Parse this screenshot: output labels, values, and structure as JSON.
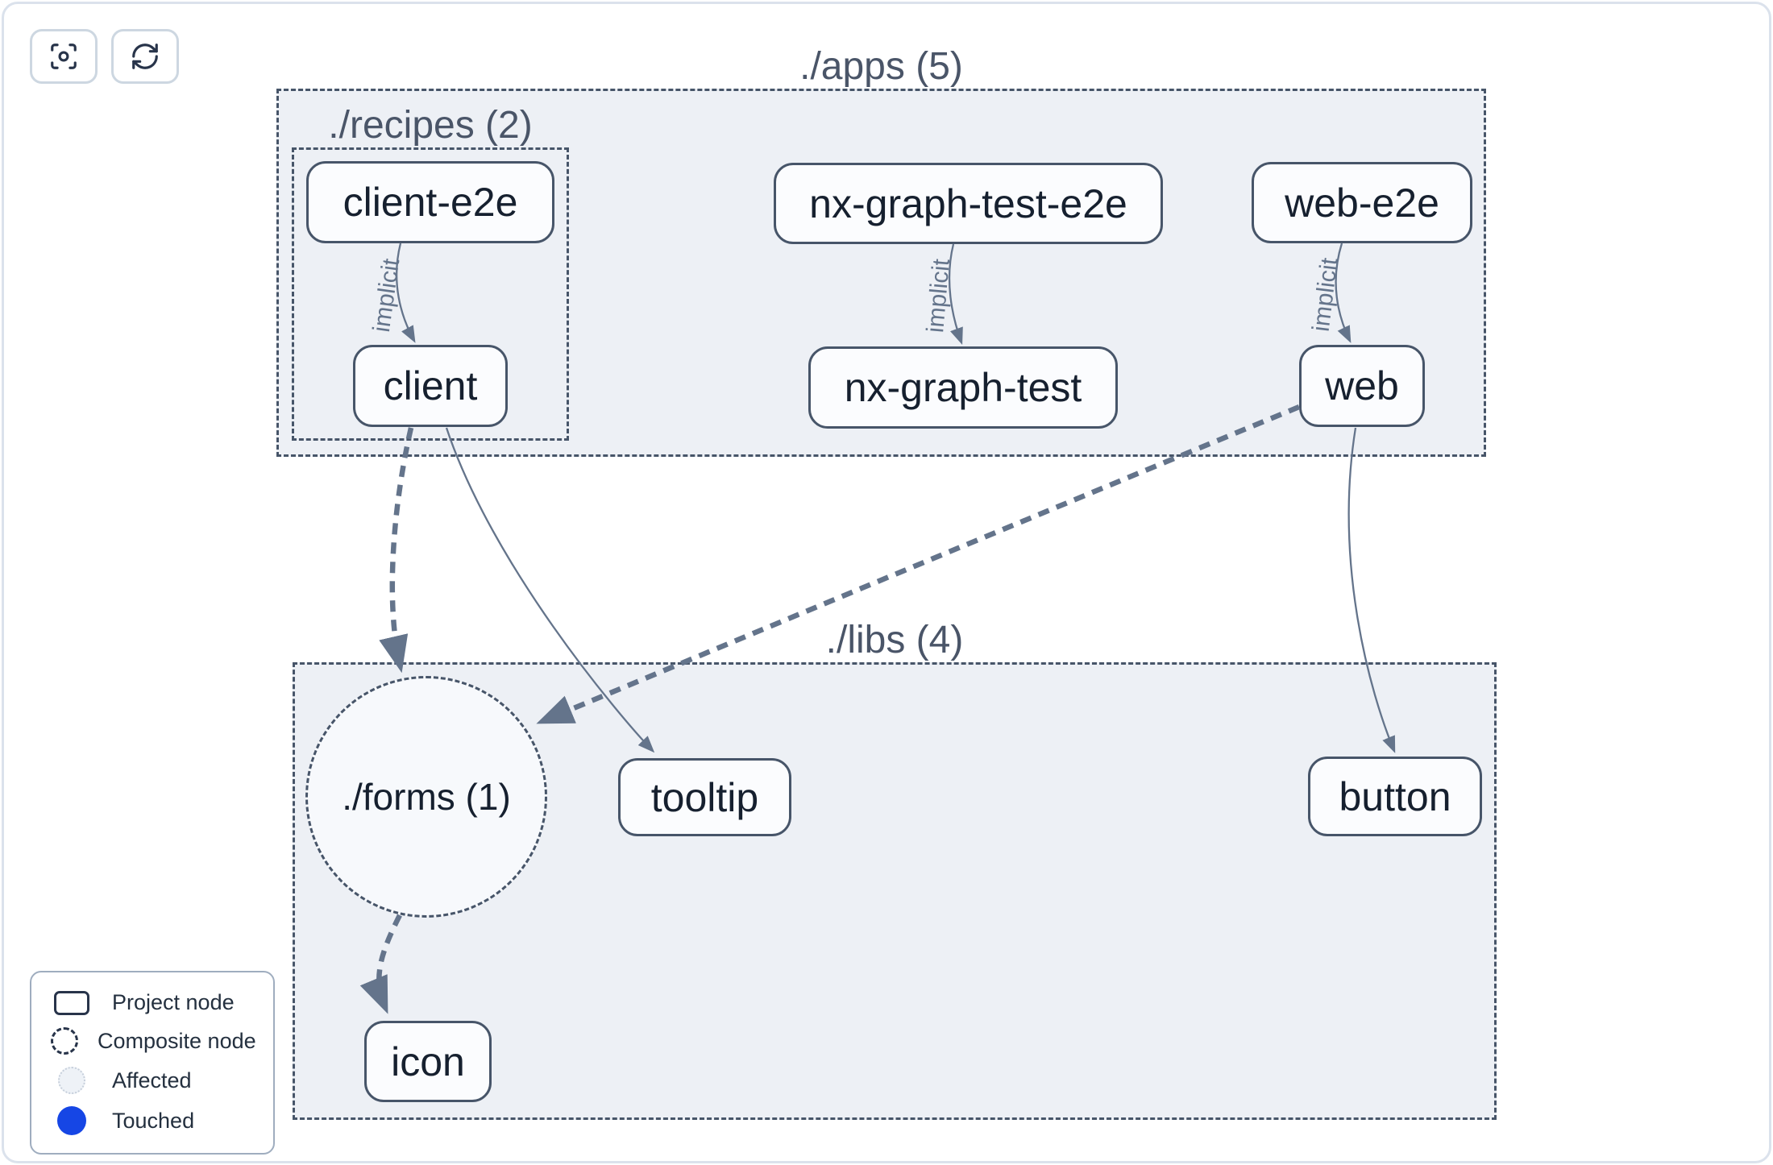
{
  "toolbar": {
    "buttons": [
      {
        "icon": "focus-icon",
        "name": "focus"
      },
      {
        "icon": "refresh-icon",
        "name": "refresh"
      }
    ]
  },
  "graph": {
    "containers": [
      {
        "label": "./apps (5)"
      },
      {
        "label": "./recipes (2)"
      },
      {
        "label": "./libs (4)"
      }
    ],
    "nodes": [
      {
        "label": "client-e2e"
      },
      {
        "label": "nx-graph-test-e2e"
      },
      {
        "label": "web-e2e"
      },
      {
        "label": "client"
      },
      {
        "label": "nx-graph-test"
      },
      {
        "label": "web"
      },
      {
        "label": "tooltip"
      },
      {
        "label": "button"
      },
      {
        "label": "icon"
      }
    ],
    "composite": {
      "label": "./forms (1)"
    },
    "edges": [
      {
        "from": "client-e2e",
        "to": "client",
        "label": "implicit",
        "style": "solid-thin"
      },
      {
        "from": "nx-graph-test-e2e",
        "to": "nx-graph-test",
        "label": "implicit",
        "style": "solid-thin"
      },
      {
        "from": "web-e2e",
        "to": "web",
        "label": "implicit",
        "style": "solid-thin"
      },
      {
        "from": "client",
        "to": "tooltip",
        "label": "",
        "style": "solid-thin"
      },
      {
        "from": "web",
        "to": "button",
        "label": "",
        "style": "solid-thin"
      },
      {
        "from": "client",
        "to": "./forms (1)",
        "label": "",
        "style": "dashed-thick"
      },
      {
        "from": "web",
        "to": "./forms (1)",
        "label": "",
        "style": "dashed-thick"
      },
      {
        "from": "./forms (1)",
        "to": "icon",
        "label": "",
        "style": "dashed-thick"
      }
    ]
  },
  "legend": {
    "items": [
      {
        "swatch": "project-node",
        "label": "Project node"
      },
      {
        "swatch": "composite-node",
        "label": "Composite node"
      },
      {
        "swatch": "affected",
        "label": "Affected"
      },
      {
        "swatch": "touched",
        "label": "Touched"
      }
    ]
  },
  "colors": {
    "card_border": "#dbe2ec",
    "container_fill": "#edf0f5",
    "composite_fill": "#f7f9fc",
    "node_fill": "#fbfcfe",
    "border_slate": "#475569",
    "edge": "#64748b",
    "text_dark": "#16202f",
    "label_slate": "#4a5568",
    "accent_touched": "#1646e5",
    "button_border": "#cdd7e1",
    "legend_border": "#9fadbf",
    "legend_text": "#24303f",
    "icon_ink": "#28344a",
    "affected_border": "#c6cfdb",
    "affected_fill": "#eef2f7"
  }
}
